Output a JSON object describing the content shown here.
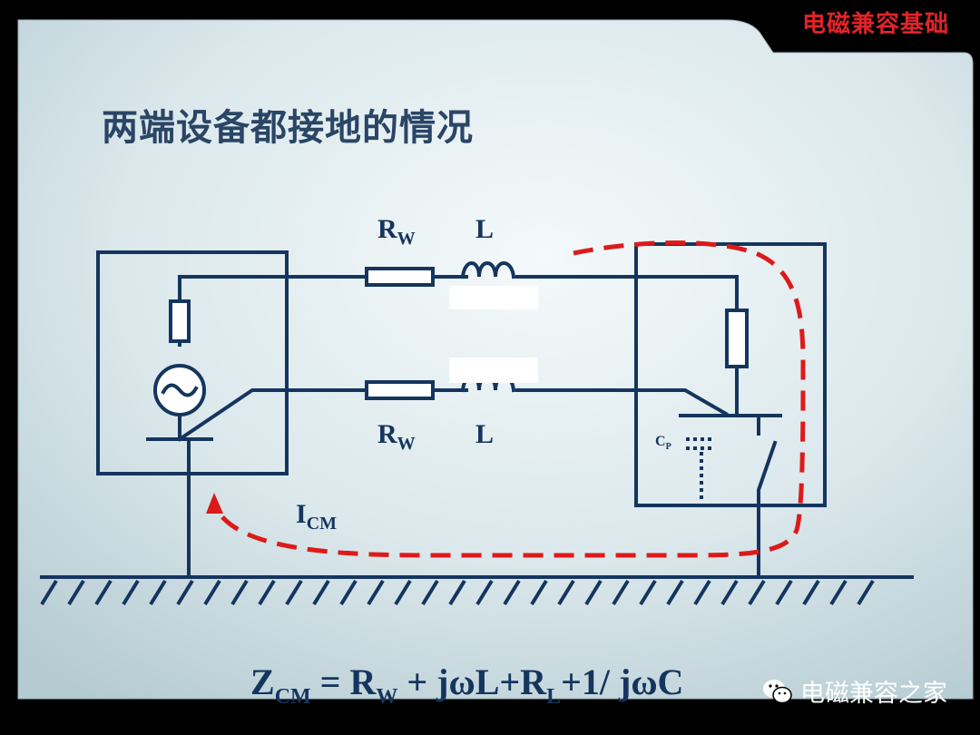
{
  "header": {
    "course": "电磁兼容基础"
  },
  "slide": {
    "title": "两端设备都接地的情况"
  },
  "diagram": {
    "rw_top": {
      "main": "R",
      "sub": "W"
    },
    "l_top": "L",
    "rw_bottom": {
      "main": "R",
      "sub": "W"
    },
    "l_bottom": "L",
    "cp": {
      "main": "C",
      "sub": "P"
    },
    "icm": {
      "main": "I",
      "sub": "CM"
    }
  },
  "formula": {
    "z": "Z",
    "z_sub": "CM",
    "eq_rw": " = R",
    "rw_sub": "W",
    "mid": " + jωL+R",
    "rl_sub": "L",
    "tail": "+1/ jωC"
  },
  "watermark": {
    "text": "电磁兼容之家",
    "icon": "wechat-icon"
  },
  "colors": {
    "wire": "#14355e",
    "current_path": "#dd1a1a",
    "title": "#2a4565",
    "header": "#e0242a"
  }
}
